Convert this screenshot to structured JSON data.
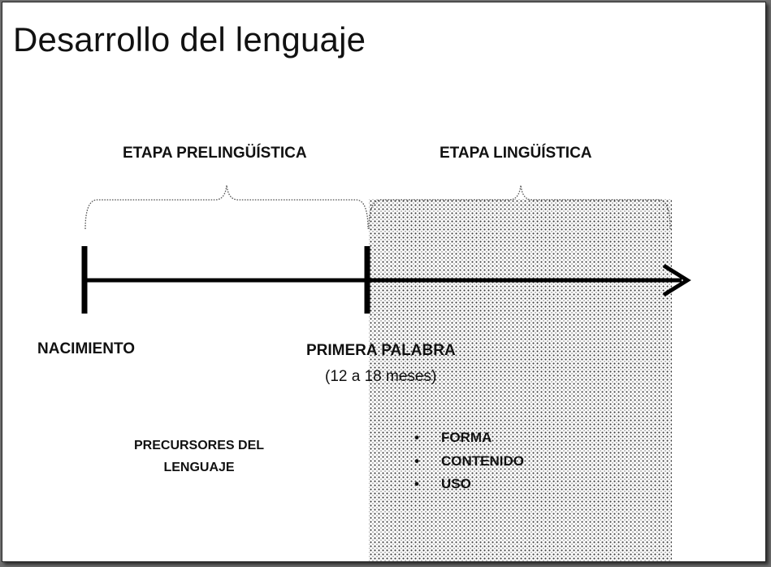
{
  "title": "Desarrollo del lenguaje",
  "stages": {
    "prelinguistic": "ETAPA PRELINGÜÍSTICA",
    "linguistic": "ETAPA LINGÜÍSTICA"
  },
  "points": {
    "birth": "NACIMIENTO",
    "first_word": "PRIMERA PALABRA",
    "first_word_age": "(12 a 18 meses)"
  },
  "precursors": {
    "line1": "PRECURSORES DEL",
    "line2": "LENGUAJE"
  },
  "bullet_symbol": "•",
  "bullets": [
    "FORMA",
    "CONTENIDO",
    "USO"
  ]
}
